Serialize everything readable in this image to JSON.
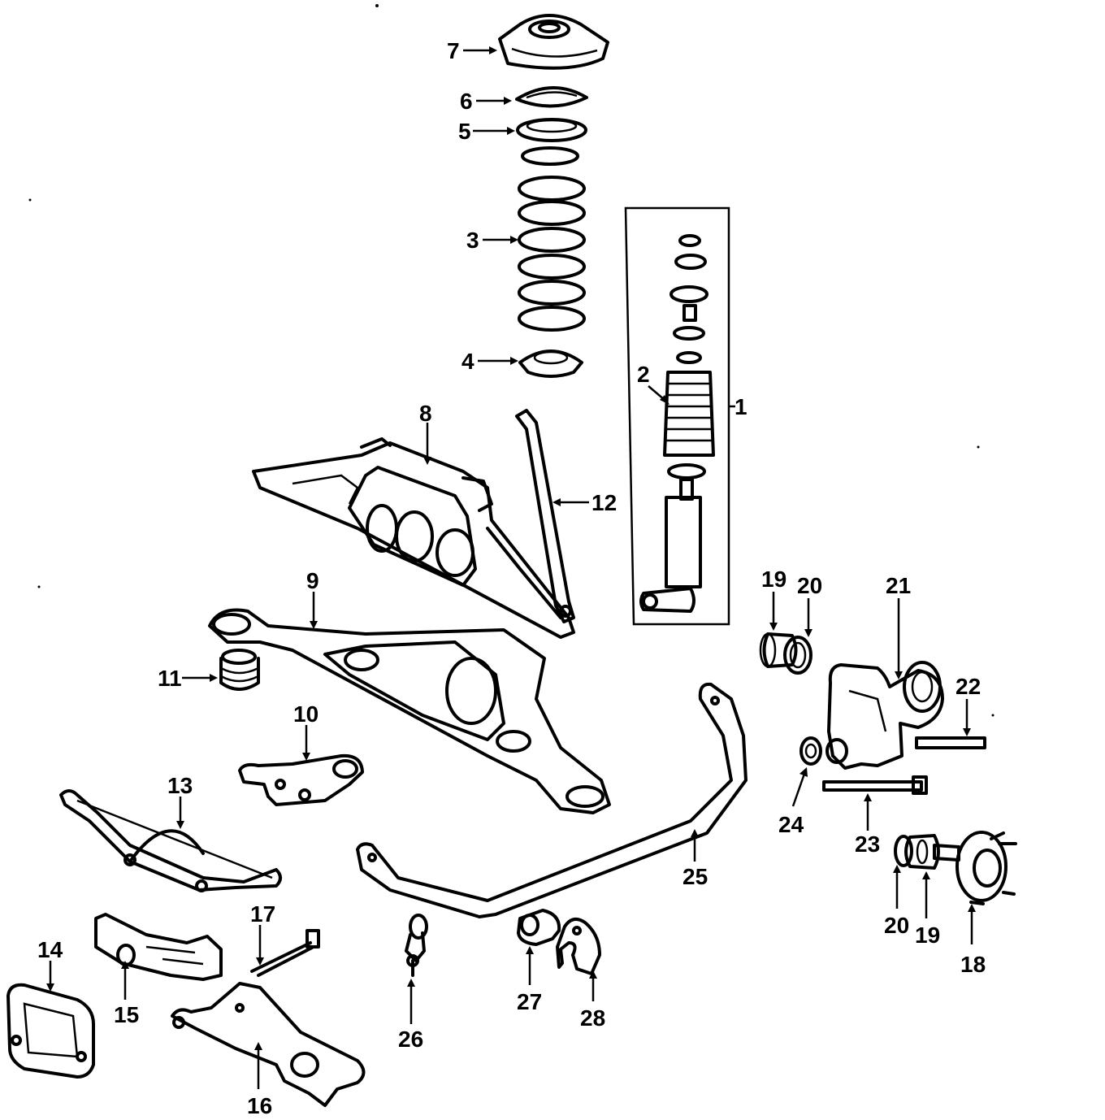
{
  "callouts": [
    {
      "id": "1",
      "text": "1"
    },
    {
      "id": "2",
      "text": "2"
    },
    {
      "id": "3",
      "text": "3"
    },
    {
      "id": "4",
      "text": "4"
    },
    {
      "id": "5",
      "text": "5"
    },
    {
      "id": "6",
      "text": "6"
    },
    {
      "id": "7",
      "text": "7"
    },
    {
      "id": "8",
      "text": "8"
    },
    {
      "id": "9",
      "text": "9"
    },
    {
      "id": "10",
      "text": "10"
    },
    {
      "id": "11",
      "text": "11"
    },
    {
      "id": "12",
      "text": "12"
    },
    {
      "id": "13",
      "text": "13"
    },
    {
      "id": "14",
      "text": "14"
    },
    {
      "id": "15",
      "text": "15"
    },
    {
      "id": "16",
      "text": "16"
    },
    {
      "id": "17",
      "text": "17"
    },
    {
      "id": "18",
      "text": "18"
    },
    {
      "id": "19a",
      "text": "19"
    },
    {
      "id": "19b",
      "text": "19"
    },
    {
      "id": "20a",
      "text": "20"
    },
    {
      "id": "20b",
      "text": "20"
    },
    {
      "id": "21",
      "text": "21"
    },
    {
      "id": "22",
      "text": "22"
    },
    {
      "id": "23",
      "text": "23"
    },
    {
      "id": "24",
      "text": "24"
    },
    {
      "id": "25",
      "text": "25"
    },
    {
      "id": "26",
      "text": "26"
    },
    {
      "id": "27",
      "text": "27"
    },
    {
      "id": "28",
      "text": "28"
    }
  ]
}
